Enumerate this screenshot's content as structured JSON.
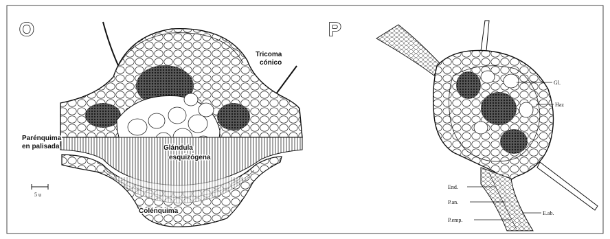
{
  "panel_o": {
    "letter": "O",
    "labels": {
      "tricoma_line1": "Tricoma",
      "tricoma_line2": "cónico",
      "parenquima_line1": "Parénquima",
      "parenquima_line2": "en palisada",
      "glandula_line1": "Glándula",
      "glandula_line2": "esquizógena",
      "colenquima": "Colénquima",
      "scale": "5 u"
    }
  },
  "panel_p": {
    "letter": "P",
    "labels": {
      "gl": "Gl.",
      "haz": "Haz",
      "end": "End.",
      "pan": "P.an.",
      "pemp": "P.emp.",
      "epid": "E.ab."
    }
  }
}
